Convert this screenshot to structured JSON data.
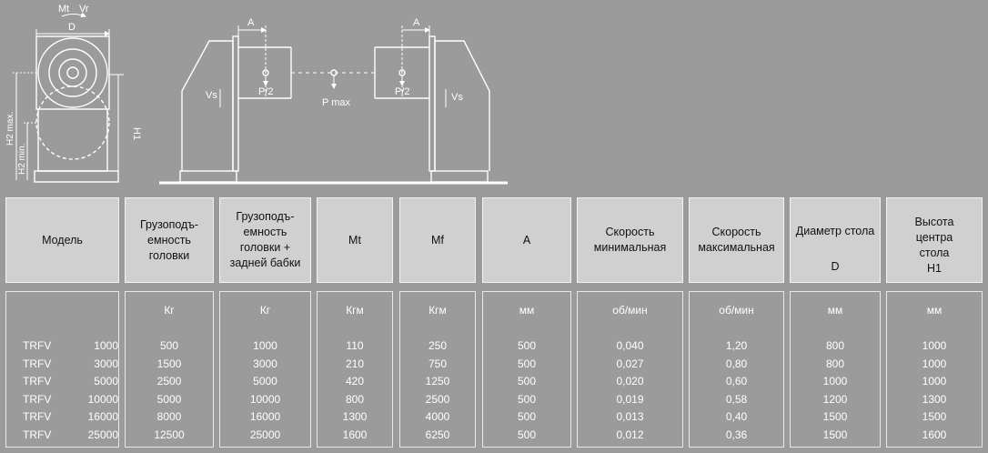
{
  "diagram": {
    "label_mt": "Mt",
    "label_vr": "Vr",
    "label_d": "D",
    "label_h2max": "H2 max.",
    "label_h2min": "H2 min.",
    "label_h1": "H1",
    "label_a_left": "A",
    "label_a_right": "A",
    "label_vs_left": "Vs",
    "label_vs_right": "Vs",
    "label_p2_left": "P/2",
    "label_p2_right": "P/2",
    "label_pmax": "P max"
  },
  "table": {
    "columns": [
      {
        "header": "Модель",
        "unit": ""
      },
      {
        "header": "Грузоподъ-\nемность\nголовки",
        "unit": "Кг"
      },
      {
        "header": "Грузоподъ-\nемность\nголовки +\nзадней бабки",
        "unit": "Кг"
      },
      {
        "header": "Mt",
        "unit": "Кгм"
      },
      {
        "header": "Mf",
        "unit": "Кгм"
      },
      {
        "header": "A",
        "unit": "мм"
      },
      {
        "header": "Скорость\nминимальная",
        "unit": "об/мин"
      },
      {
        "header": "Скорость\nмаксимальная",
        "unit": "об/мин"
      },
      {
        "header": "Диаметр стола",
        "sub": "D",
        "unit": "мм"
      },
      {
        "header": "Высота\nцентра\nстола",
        "sub": "H1",
        "unit": "мм"
      }
    ],
    "rows": [
      {
        "model": "TRFV",
        "size": "1000",
        "values": [
          "500",
          "1000",
          "110",
          "250",
          "500",
          "0,040",
          "1,20",
          "800",
          "1000"
        ]
      },
      {
        "model": "TRFV",
        "size": "3000",
        "values": [
          "1500",
          "3000",
          "210",
          "750",
          "500",
          "0,027",
          "0,80",
          "800",
          "1000"
        ]
      },
      {
        "model": "TRFV",
        "size": "5000",
        "values": [
          "2500",
          "5000",
          "420",
          "1250",
          "500",
          "0,020",
          "0,60",
          "1000",
          "1000"
        ]
      },
      {
        "model": "TRFV",
        "size": "10000",
        "values": [
          "5000",
          "10000",
          "800",
          "2500",
          "500",
          "0,019",
          "0,58",
          "1200",
          "1300"
        ]
      },
      {
        "model": "TRFV",
        "size": "16000",
        "values": [
          "8000",
          "16000",
          "1300",
          "4000",
          "500",
          "0,013",
          "0,40",
          "1500",
          "1500"
        ]
      },
      {
        "model": "TRFV",
        "size": "25000",
        "values": [
          "12500",
          "25000",
          "1600",
          "6250",
          "500",
          "0,012",
          "0,36",
          "1500",
          "1600"
        ]
      }
    ]
  }
}
